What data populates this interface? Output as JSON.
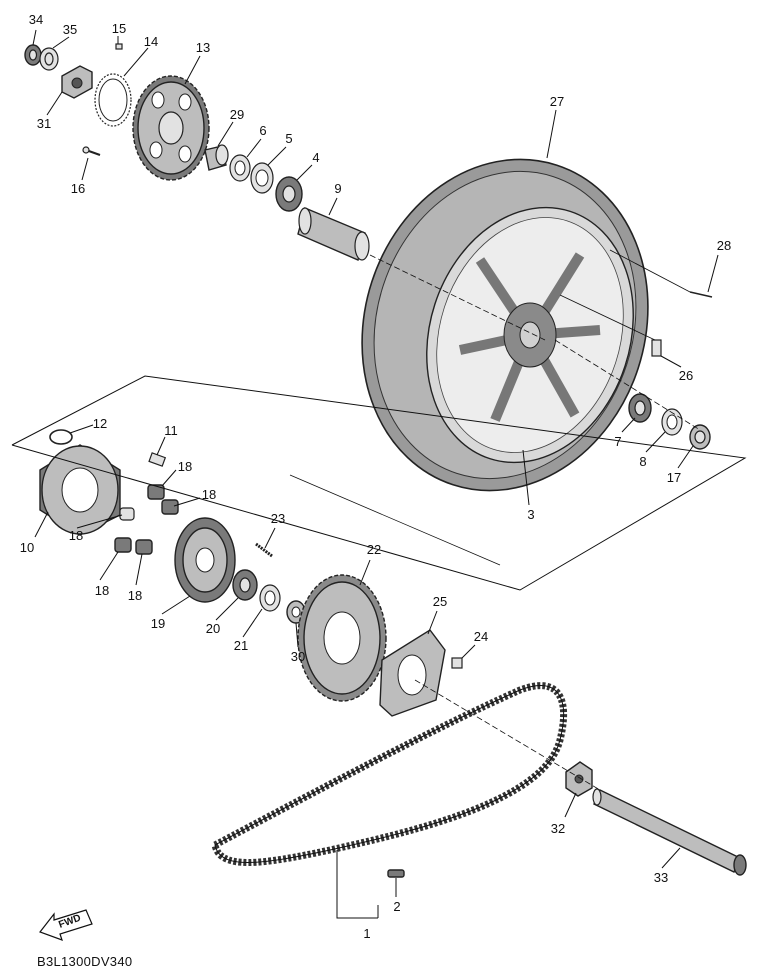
{
  "diagram": {
    "code": "B3L1300DV340",
    "fwd_label": "FWD",
    "callouts": {
      "c1": "1",
      "c2": "2",
      "c3": "3",
      "c4": "4",
      "c5": "5",
      "c6": "6",
      "c7": "7",
      "c8": "8",
      "c9": "9",
      "c10": "10",
      "c11": "11",
      "c12": "12",
      "c13": "13",
      "c14": "14",
      "c15": "15",
      "c16": "16",
      "c17": "17",
      "c18": "18",
      "c19": "19",
      "c20": "20",
      "c21": "21",
      "c22": "22",
      "c23": "23",
      "c24": "24",
      "c25": "25",
      "c26": "26",
      "c27": "27",
      "c28": "28",
      "c29": "29",
      "c30": "30",
      "c31": "31",
      "c32": "32",
      "c33": "33",
      "c34": "34",
      "c35": "35"
    }
  }
}
